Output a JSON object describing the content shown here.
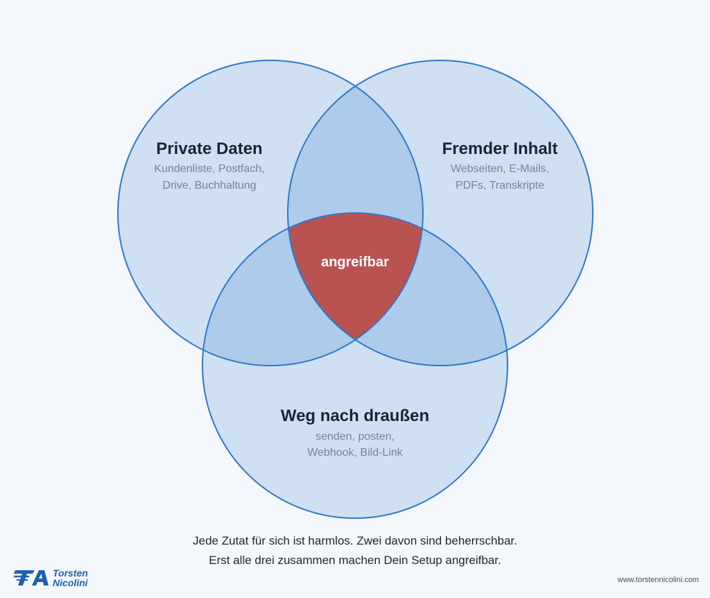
{
  "sets": [
    {
      "title": "Private Daten",
      "lines": [
        "Kundenliste, Postfach,",
        "Drive, Buchhaltung"
      ]
    },
    {
      "title": "Fremder Inhalt",
      "lines": [
        "Webseiten, E-Mails,",
        "PDFs, Transkripte"
      ]
    },
    {
      "title": "Weg nach draußen",
      "lines": [
        "senden, posten,",
        "Webhook, Bild-Link"
      ]
    }
  ],
  "center_label": "angreifbar",
  "caption": [
    "Jede Zutat für sich ist harmlos. Zwei davon sind beherrschbar.",
    "Erst alle drei zusammen machen Dein Setup angreifbar."
  ],
  "logo": {
    "line1": "Torsten",
    "line2": "Nicolini"
  },
  "website": "www.torstennicolini.com",
  "colors": {
    "circle_fill": "#cfe0f3",
    "pair_overlap": "#aecbeb",
    "circle_stroke": "#2f78c8",
    "center_fill": "#b85352",
    "background": "#f4f7fb"
  }
}
